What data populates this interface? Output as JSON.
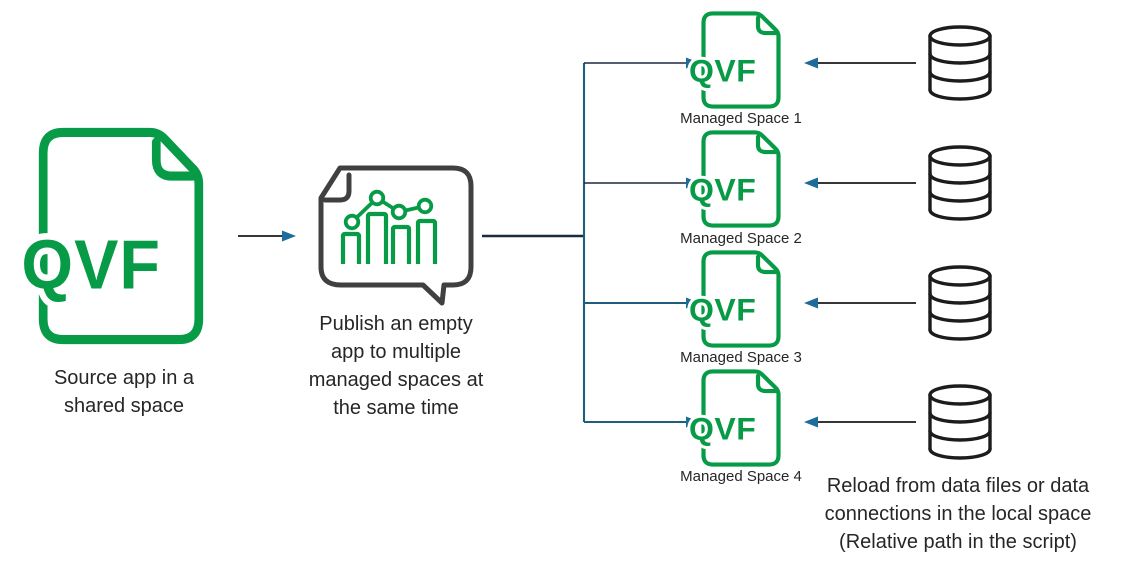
{
  "colors": {
    "green": "#089b47",
    "bubble_stroke": "#404040",
    "ink": "#262626",
    "db_stroke": "#1c1c1c",
    "line_black": "#1a1a1a",
    "line_navy": "#1b2a44",
    "line_teal": "#1f5d7e",
    "arrowhead": "#1e6c99"
  },
  "file_label": "QVF",
  "source_app": {
    "caption": "Source app in a\nshared space"
  },
  "publish_note": {
    "caption": "Publish an empty\napp to multiple\nmanaged spaces at\nthe same time"
  },
  "managed_spaces": [
    {
      "label": "Managed Space 1"
    },
    {
      "label": "Managed Space 2"
    },
    {
      "label": "Managed Space 3"
    },
    {
      "label": "Managed Space 4"
    }
  ],
  "reload_note": {
    "caption": "Reload from data files or data\nconnections in the local space\n(Relative path in the script)"
  }
}
